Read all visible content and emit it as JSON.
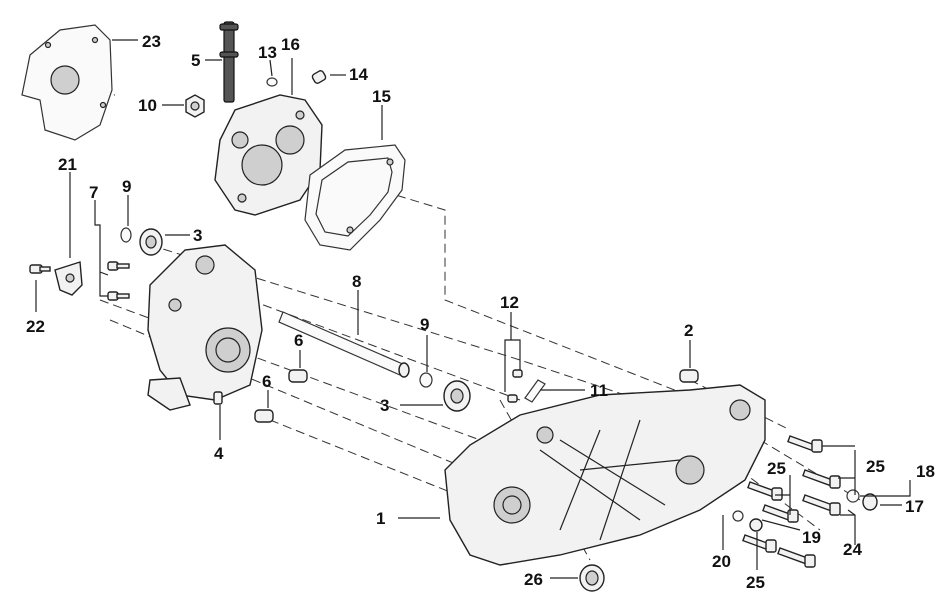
{
  "callouts": {
    "c1": "1",
    "c2": "2",
    "c3a": "3",
    "c3b": "3",
    "c4": "4",
    "c5": "5",
    "c6a": "6",
    "c6b": "6",
    "c7": "7",
    "c8": "8",
    "c9a": "9",
    "c9b": "9",
    "c10": "10",
    "c11": "11",
    "c12": "12",
    "c13": "13",
    "c14": "14",
    "c15": "15",
    "c16": "16",
    "c17": "17",
    "c18": "18",
    "c19": "19",
    "c20": "20",
    "c21": "21",
    "c22": "22",
    "c23": "23",
    "c24": "24",
    "c25a": "25",
    "c25b": "25",
    "c25c": "25",
    "c26": "26"
  }
}
